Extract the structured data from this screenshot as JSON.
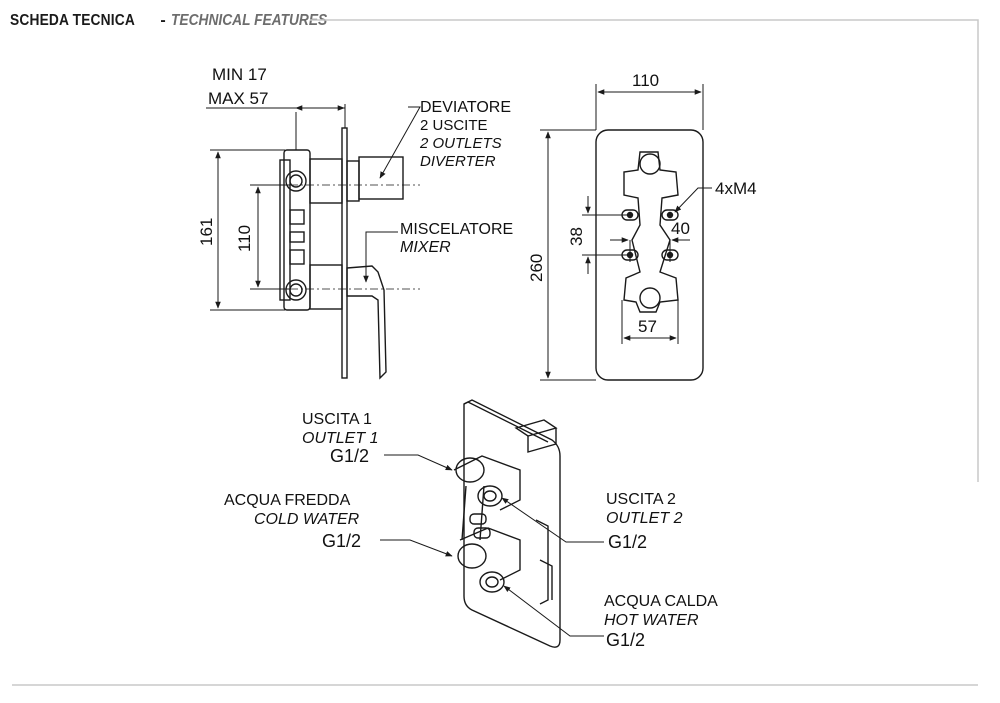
{
  "header": {
    "title": "SCHEDA TECNICA",
    "separator": "-",
    "subtitle": "TECHNICAL FEATURES"
  },
  "side_view": {
    "min_label": "MIN 17",
    "max_label": "MAX 57",
    "height_total": "161",
    "height_inner": "110",
    "diverter": {
      "it": "DEVIATORE",
      "it2": "2 USCITE",
      "en2": "2 OUTLETS",
      "en": "DIVERTER"
    },
    "mixer": {
      "it": "MISCELATORE",
      "en": "MIXER"
    }
  },
  "front_view": {
    "width": "110",
    "height": "260",
    "screws": "4xM4",
    "spacing_v": "38",
    "spacing_h": "40",
    "width_inner": "57"
  },
  "iso_view": {
    "outlet1": {
      "it": "USCITA 1",
      "en": "OUTLET 1",
      "thread": "G1/2"
    },
    "cold": {
      "it": "ACQUA FREDDA",
      "en": "COLD WATER",
      "thread": "G1/2"
    },
    "outlet2": {
      "it": "USCITA 2",
      "en": "OUTLET 2",
      "thread": "G1/2"
    },
    "hot": {
      "it": "ACQUA CALDA",
      "en": "HOT WATER",
      "thread": "G1/2"
    }
  },
  "colors": {
    "line": "#1a1a1a",
    "frame": "#c8c8c8",
    "subtitle": "#6d6d6d"
  }
}
